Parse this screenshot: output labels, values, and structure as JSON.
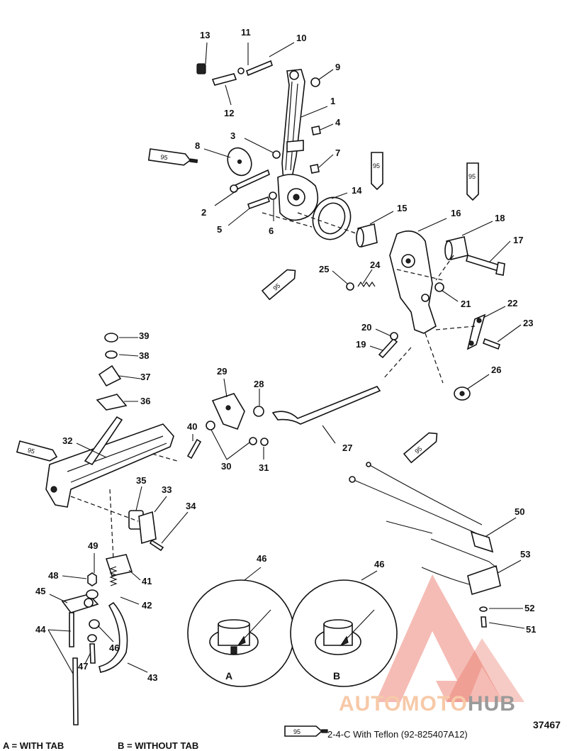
{
  "diagram": {
    "callouts": [
      "1",
      "2",
      "3",
      "4",
      "5",
      "6",
      "7",
      "8",
      "9",
      "10",
      "11",
      "12",
      "13",
      "14",
      "15",
      "16",
      "17",
      "18",
      "19",
      "20",
      "21",
      "22",
      "23",
      "24",
      "25",
      "26",
      "27",
      "28",
      "29",
      "30",
      "31",
      "32",
      "33",
      "34",
      "35",
      "36",
      "37",
      "38",
      "39",
      "40",
      "41",
      "42",
      "43",
      "44",
      "45",
      "46",
      "47",
      "48",
      "49",
      "50",
      "51",
      "52",
      "53"
    ],
    "tube_label": "95",
    "detail_a_letter": "A",
    "detail_b_letter": "B",
    "detail_callout": "46"
  },
  "legend": {
    "tube_label": "95",
    "text": "2-4-C  With Teflon (92-825407A12)"
  },
  "figure_number": "37467",
  "notes": {
    "a": "A = WITH TAB",
    "b": "B = WITHOUT TAB"
  },
  "watermark": {
    "auto": "AUTO",
    "moto": "MOTO",
    "hub": "HUB",
    "colors": {
      "triangle": "#e86a5a",
      "text_light": "#f7c9a8",
      "text_dark": "#9a9a9a"
    }
  }
}
